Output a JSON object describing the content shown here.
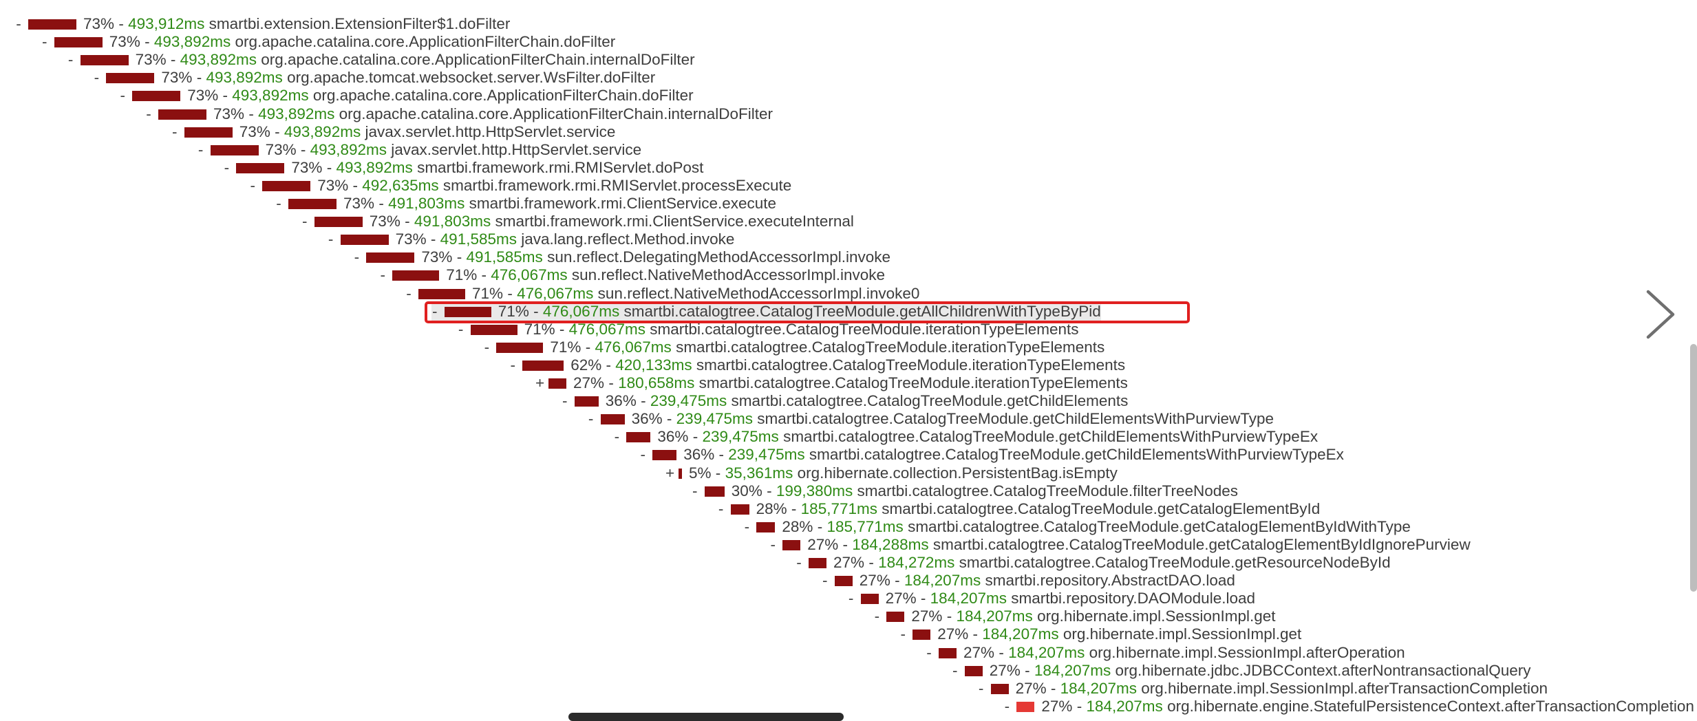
{
  "colors": {
    "bar": "#8b1010",
    "bar_last": "#e53935",
    "time": "#2f8a16",
    "text": "#3d3d3d",
    "highlight": "#e02020",
    "selected_bg": "#e9e9e9"
  },
  "icons": {
    "next": "chevron-right-icon"
  },
  "tree": {
    "highlighted_row": 16,
    "rows": [
      {
        "toggle": "-",
        "pct": "73%",
        "sep": "-",
        "time": "493,912ms",
        "method": "smartbi.extension.ExtensionFilter$1.doFilter",
        "fraction": 0.73
      },
      {
        "toggle": "-",
        "pct": "73%",
        "sep": "-",
        "time": "493,892ms",
        "method": "org.apache.catalina.core.ApplicationFilterChain.doFilter",
        "fraction": 0.73
      },
      {
        "toggle": "-",
        "pct": "73%",
        "sep": "-",
        "time": "493,892ms",
        "method": "org.apache.catalina.core.ApplicationFilterChain.internalDoFilter",
        "fraction": 0.73
      },
      {
        "toggle": "-",
        "pct": "73%",
        "sep": "-",
        "time": "493,892ms",
        "method": "org.apache.tomcat.websocket.server.WsFilter.doFilter",
        "fraction": 0.73
      },
      {
        "toggle": "-",
        "pct": "73%",
        "sep": "-",
        "time": "493,892ms",
        "method": "org.apache.catalina.core.ApplicationFilterChain.doFilter",
        "fraction": 0.73
      },
      {
        "toggle": "-",
        "pct": "73%",
        "sep": "-",
        "time": "493,892ms",
        "method": "org.apache.catalina.core.ApplicationFilterChain.internalDoFilter",
        "fraction": 0.73
      },
      {
        "toggle": "-",
        "pct": "73%",
        "sep": "-",
        "time": "493,892ms",
        "method": "javax.servlet.http.HttpServlet.service",
        "fraction": 0.73
      },
      {
        "toggle": "-",
        "pct": "73%",
        "sep": "-",
        "time": "493,892ms",
        "method": "javax.servlet.http.HttpServlet.service",
        "fraction": 0.73
      },
      {
        "toggle": "-",
        "pct": "73%",
        "sep": "-",
        "time": "493,892ms",
        "method": "smartbi.framework.rmi.RMIServlet.doPost",
        "fraction": 0.73
      },
      {
        "toggle": "-",
        "pct": "73%",
        "sep": "-",
        "time": "492,635ms",
        "method": "smartbi.framework.rmi.RMIServlet.processExecute",
        "fraction": 0.73
      },
      {
        "toggle": "-",
        "pct": "73%",
        "sep": "-",
        "time": "491,803ms",
        "method": "smartbi.framework.rmi.ClientService.execute",
        "fraction": 0.73
      },
      {
        "toggle": "-",
        "pct": "73%",
        "sep": "-",
        "time": "491,803ms",
        "method": "smartbi.framework.rmi.ClientService.executeInternal",
        "fraction": 0.73
      },
      {
        "toggle": "-",
        "pct": "73%",
        "sep": "-",
        "time": "491,585ms",
        "method": "java.lang.reflect.Method.invoke",
        "fraction": 0.73
      },
      {
        "toggle": "-",
        "pct": "73%",
        "sep": "-",
        "time": "491,585ms",
        "method": "sun.reflect.DelegatingMethodAccessorImpl.invoke",
        "fraction": 0.73
      },
      {
        "toggle": "-",
        "pct": "71%",
        "sep": "-",
        "time": "476,067ms",
        "method": "sun.reflect.NativeMethodAccessorImpl.invoke",
        "fraction": 0.71
      },
      {
        "toggle": "-",
        "pct": "71%",
        "sep": "-",
        "time": "476,067ms",
        "method": "sun.reflect.NativeMethodAccessorImpl.invoke0",
        "fraction": 0.71
      },
      {
        "toggle": "-",
        "pct": "71%",
        "sep": "-",
        "time": "476,067ms",
        "method": "smartbi.catalogtree.CatalogTreeModule.getAllChildrenWithTypeByPid",
        "fraction": 0.71
      },
      {
        "toggle": "-",
        "pct": "71%",
        "sep": "-",
        "time": "476,067ms",
        "method": "smartbi.catalogtree.CatalogTreeModule.iterationTypeElements",
        "fraction": 0.71
      },
      {
        "toggle": "-",
        "pct": "71%",
        "sep": "-",
        "time": "476,067ms",
        "method": "smartbi.catalogtree.CatalogTreeModule.iterationTypeElements",
        "fraction": 0.71
      },
      {
        "toggle": "-",
        "pct": "62%",
        "sep": "-",
        "time": "420,133ms",
        "method": "smartbi.catalogtree.CatalogTreeModule.iterationTypeElements",
        "fraction": 0.62
      },
      {
        "toggle": "+",
        "pct": "27%",
        "sep": "-",
        "time": "180,658ms",
        "method": "smartbi.catalogtree.CatalogTreeModule.iterationTypeElements",
        "fraction": 0.27
      },
      {
        "toggle": "-",
        "pct": "36%",
        "sep": "-",
        "time": "239,475ms",
        "method": "smartbi.catalogtree.CatalogTreeModule.getChildElements",
        "fraction": 0.36
      },
      {
        "toggle": "-",
        "pct": "36%",
        "sep": "-",
        "time": "239,475ms",
        "method": "smartbi.catalogtree.CatalogTreeModule.getChildElementsWithPurviewType",
        "fraction": 0.36
      },
      {
        "toggle": "-",
        "pct": "36%",
        "sep": "-",
        "time": "239,475ms",
        "method": "smartbi.catalogtree.CatalogTreeModule.getChildElementsWithPurviewTypeEx",
        "fraction": 0.36
      },
      {
        "toggle": "-",
        "pct": "36%",
        "sep": "-",
        "time": "239,475ms",
        "method": "smartbi.catalogtree.CatalogTreeModule.getChildElementsWithPurviewTypeEx",
        "fraction": 0.36
      },
      {
        "toggle": "+",
        "pct": "5%",
        "sep": "-",
        "time": "35,361ms",
        "method": "org.hibernate.collection.PersistentBag.isEmpty",
        "fraction": 0.05
      },
      {
        "toggle": "-",
        "pct": "30%",
        "sep": "-",
        "time": "199,380ms",
        "method": "smartbi.catalogtree.CatalogTreeModule.filterTreeNodes",
        "fraction": 0.3
      },
      {
        "toggle": "-",
        "pct": "28%",
        "sep": "-",
        "time": "185,771ms",
        "method": "smartbi.catalogtree.CatalogTreeModule.getCatalogElementById",
        "fraction": 0.28
      },
      {
        "toggle": "-",
        "pct": "28%",
        "sep": "-",
        "time": "185,771ms",
        "method": "smartbi.catalogtree.CatalogTreeModule.getCatalogElementByIdWithType",
        "fraction": 0.28
      },
      {
        "toggle": "-",
        "pct": "27%",
        "sep": "-",
        "time": "184,288ms",
        "method": "smartbi.catalogtree.CatalogTreeModule.getCatalogElementByIdIgnorePurview",
        "fraction": 0.27
      },
      {
        "toggle": "-",
        "pct": "27%",
        "sep": "-",
        "time": "184,272ms",
        "method": "smartbi.catalogtree.CatalogTreeModule.getResourceNodeById",
        "fraction": 0.27
      },
      {
        "toggle": "-",
        "pct": "27%",
        "sep": "-",
        "time": "184,207ms",
        "method": "smartbi.repository.AbstractDAO.load",
        "fraction": 0.27
      },
      {
        "toggle": "-",
        "pct": "27%",
        "sep": "-",
        "time": "184,207ms",
        "method": "smartbi.repository.DAOModule.load",
        "fraction": 0.27
      },
      {
        "toggle": "-",
        "pct": "27%",
        "sep": "-",
        "time": "184,207ms",
        "method": "org.hibernate.impl.SessionImpl.get",
        "fraction": 0.27
      },
      {
        "toggle": "-",
        "pct": "27%",
        "sep": "-",
        "time": "184,207ms",
        "method": "org.hibernate.impl.SessionImpl.get",
        "fraction": 0.27
      },
      {
        "toggle": "-",
        "pct": "27%",
        "sep": "-",
        "time": "184,207ms",
        "method": "org.hibernate.impl.SessionImpl.afterOperation",
        "fraction": 0.27
      },
      {
        "toggle": "-",
        "pct": "27%",
        "sep": "-",
        "time": "184,207ms",
        "method": "org.hibernate.jdbc.JDBCContext.afterNontransactionalQuery",
        "fraction": 0.27
      },
      {
        "toggle": "-",
        "pct": "27%",
        "sep": "-",
        "time": "184,207ms",
        "method": "org.hibernate.impl.SessionImpl.afterTransactionCompletion",
        "fraction": 0.27
      },
      {
        "toggle": "-",
        "pct": "27%",
        "sep": "-",
        "time": "184,207ms",
        "method": "org.hibernate.engine.StatefulPersistenceContext.afterTransactionCompletion",
        "fraction": 0.27
      }
    ]
  }
}
